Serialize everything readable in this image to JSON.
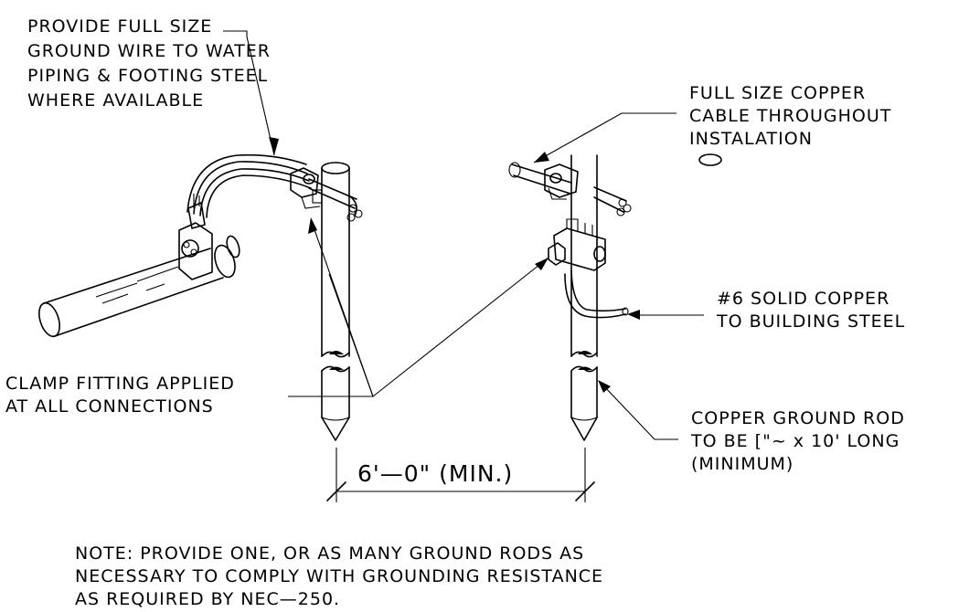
{
  "labels": {
    "wire_note": [
      "PROVIDE FULL SIZE",
      "GROUND WIRE TO WATER",
      "PIPING & FOOTING STEEL",
      "WHERE AVAILABLE"
    ],
    "cable_note": [
      "FULL SIZE COPPER",
      "CABLE THROUGHOUT",
      "INSTALATION"
    ],
    "solid_copper_note": [
      "#6 SOLID COPPER",
      "TO BUILDING STEEL"
    ],
    "clamp_note": [
      "CLAMP FITTING APPLIED",
      "AT ALL CONNECTIONS"
    ],
    "rod_note": [
      "COPPER GROUND ROD",
      "TO BE [\"~ x 10' LONG",
      "(MINIMUM)"
    ],
    "dimension": "6'—0\" (MIN.)",
    "general_note": [
      "NOTE: PROVIDE ONE, OR AS MANY GROUND RODS AS",
      "NECESSARY TO COMPLY WITH GROUNDING RESISTANCE",
      "AS REQUIRED BY NEC—250."
    ]
  }
}
